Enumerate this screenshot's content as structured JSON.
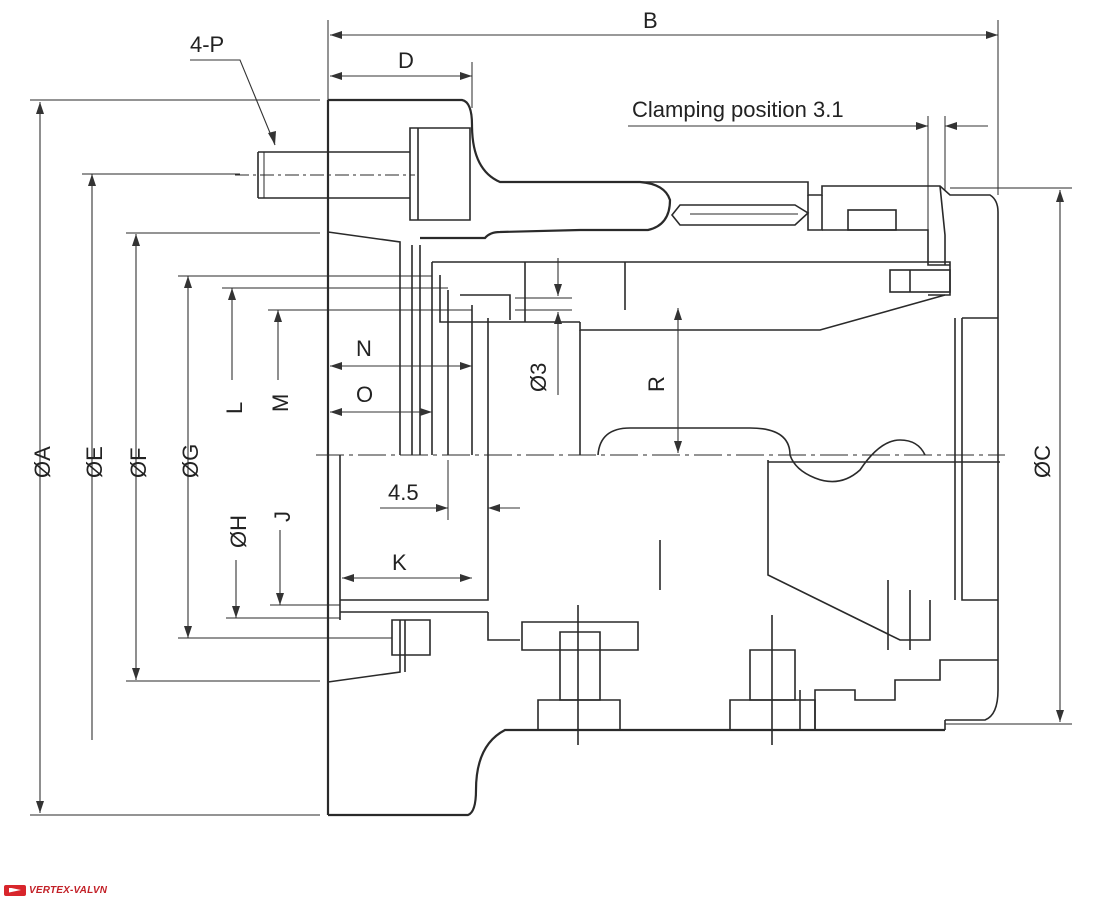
{
  "labels": {
    "B": "B",
    "D": "D",
    "P": "4-P",
    "clamp": "Clamping position 3.1",
    "A": "ØA",
    "E": "ØE",
    "F": "ØF",
    "G": "ØG",
    "H": "ØH",
    "L": "L",
    "M": "M",
    "J": "J",
    "N": "N",
    "O": "O",
    "d3": "Ø3",
    "R": "R",
    "s45": "4.5",
    "K": "K",
    "C": "ØC"
  },
  "brand": {
    "name": "VERTEX-VALVN"
  },
  "colors": {
    "line": "#2a2a2a",
    "brand": "#d8262c"
  }
}
